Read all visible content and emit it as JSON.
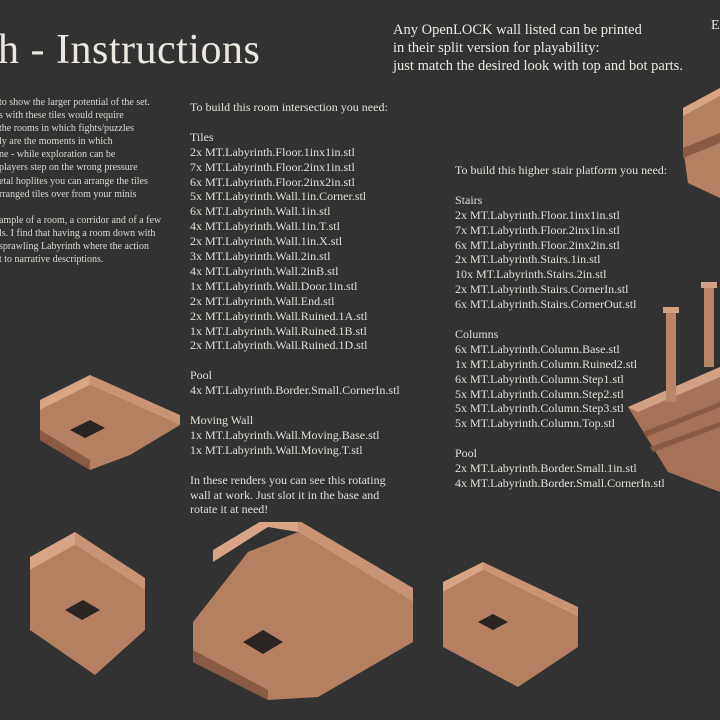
{
  "title": "h - Instructions",
  "edge_letter": "E",
  "intro": {
    "paragraph1": [
      "to show the larger potential of the set.",
      "s with these tiles would require",
      " the rooms in which fights/puzzles",
      "ly are the moments in which",
      "ne - while exploration can be",
      "players step on the wrong pressure",
      "etal hoplites you can arrange the tiles",
      "rranged tiles over from your minis"
    ],
    "paragraph2": [
      "ample of a room, a corridor and of a few",
      "ls. I find that having a room down with",
      " sprawling Labyrinth where the action",
      "t to narrative descriptions."
    ]
  },
  "split_note": [
    "Any OpenLOCK wall listed can be printed",
    "in their split version for playability:",
    "just match the desired look with top and bot parts."
  ],
  "room_intersection": {
    "heading": "To build this room intersection you need:",
    "groups": [
      {
        "name": "Tiles",
        "items": [
          "2x MT.Labyrinth.Floor.1inx1in.stl",
          "7x MT.Labyrinth.Floor.2inx1in.stl",
          "6x MT.Labyrinth.Floor.2inx2in.stl",
          "5x MT.Labyrinth.Wall.1in.Corner.stl",
          "6x MT.Labyrinth.Wall.1in.stl",
          "4x MT.Labyrinth.Wall.1in.T.stl",
          "2x MT.Labyrinth.Wall.1in.X.stl",
          "3x MT.Labyrinth.Wall.2in.stl",
          "4x MT.Labyrinth.Wall.2inB.stl",
          "1x MT.Labyrinth.Wall.Door.1in.stl",
          "2x MT.Labyrinth.Wall.End.stl",
          "2x MT.Labyrinth.Wall.Ruined.1A.stl",
          "1x MT.Labyrinth.Wall.Ruined.1B.stl",
          "2x MT.Labyrinth.Wall.Ruined.1D.stl"
        ]
      },
      {
        "name": "Pool",
        "items": [
          "4x MT.Labyrinth.Border.Small.CornerIn.stl"
        ]
      },
      {
        "name": "Moving Wall",
        "items": [
          "1x MT.Labyrinth.Wall.Moving.Base.stl",
          "1x MT.Labyrinth.Wall.Moving.T.stl"
        ]
      }
    ],
    "footer": [
      "In these renders you can see this rotating",
      "wall at work. Just slot it in the base and",
      "rotate it at need!"
    ]
  },
  "stair_platform": {
    "heading": "To build this higher stair platform you need:",
    "groups": [
      {
        "name": "Stairs",
        "items": [
          "2x MT.Labyrinth.Floor.1inx1in.stl",
          "7x MT.Labyrinth.Floor.2inx1in.stl",
          "6x MT.Labyrinth.Floor.2inx2in.stl",
          "2x MT.Labyrinth.Stairs.1in.stl",
          "10x MT.Labyrinth.Stairs.2in.stl",
          "2x MT.Labyrinth.Stairs.CornerIn.stl",
          "6x MT.Labyrinth.Stairs.CornerOut.stl"
        ]
      },
      {
        "name": "Columns",
        "items": [
          "6x MT.Labyrinth.Column.Base.stl",
          "1x MT.Labyrinth.Column.Ruined2.stl",
          "6x MT.Labyrinth.Column.Step1.stl",
          "5x MT.Labyrinth.Column.Step2.stl",
          "5x MT.Labyrinth.Column.Step3.stl",
          "5x MT.Labyrinth.Column.Top.stl"
        ]
      },
      {
        "name": "Pool",
        "items": [
          "2x MT.Labyrinth.Border.Small.1in.stl",
          "4x MT.Labyrinth.Border.Small.CornerIn.stl"
        ]
      }
    ]
  },
  "colors": {
    "background": "#323232",
    "text": "#e6e2da",
    "stone": "#c08a6a",
    "stone_dark": "#8a5a44"
  }
}
